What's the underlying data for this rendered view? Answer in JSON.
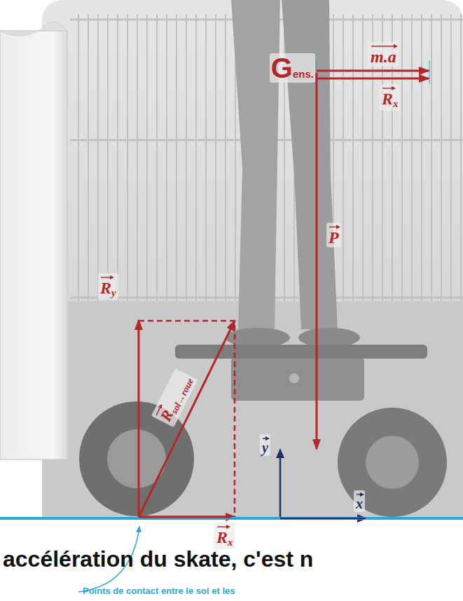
{
  "diagram": {
    "labels": [
      "G",
      "ens.",
      "m.a",
      "R",
      "x",
      "P",
      "R",
      "y",
      "R",
      "sol→roue",
      "y",
      "x",
      "R",
      "x",
      "accélération du skate, c'est n",
      "Points de contact entre le sol et les"
    ]
  }
}
